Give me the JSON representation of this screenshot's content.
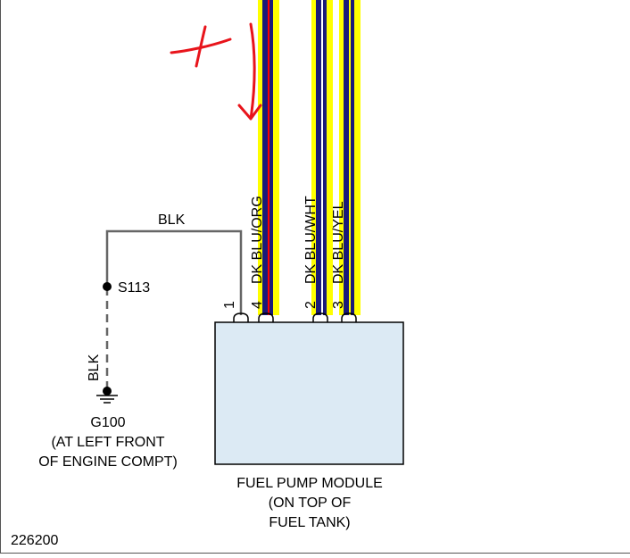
{
  "annotations": {
    "plus_sign": "+",
    "arrow_direction": "down",
    "color": "#e8141b"
  },
  "wires": [
    {
      "pin": "1",
      "color_label": "BLK",
      "colors": [
        "#000000"
      ]
    },
    {
      "pin": "4",
      "color_label": "DK BLU/ORG",
      "colors": [
        "#ffff00",
        "#1a1a7a",
        "#ff0000"
      ]
    },
    {
      "pin": "2",
      "color_label": "DK BLU/WHT",
      "colors": [
        "#ffff00",
        "#1a1a7a",
        "#ffffff"
      ]
    },
    {
      "pin": "3",
      "color_label": "DK BLU/YEL",
      "colors": [
        "#ffff00",
        "#1a1a7a",
        "#ffff00"
      ]
    }
  ],
  "splice": {
    "label": "S113"
  },
  "ground_wire": {
    "label": "BLK"
  },
  "ground": {
    "id": "G100",
    "location_line1": "(AT LEFT FRONT",
    "location_line2": "OF ENGINE COMPT)"
  },
  "module": {
    "name": "FUEL PUMP MODULE",
    "location_line1": "(ON TOP OF",
    "location_line2": "FUEL TANK)",
    "fill": "#dceaf4"
  },
  "figure_number": "226200"
}
